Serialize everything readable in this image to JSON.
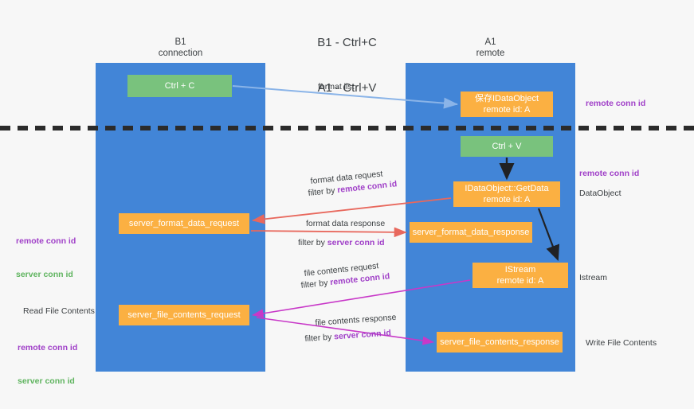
{
  "title": {
    "line1": "B1 - Ctrl+C",
    "line2": "A1 - Ctrl+V"
  },
  "columns": {
    "b1": {
      "name": "B1",
      "role": "connection"
    },
    "a1": {
      "name": "A1",
      "role": "remote"
    }
  },
  "colors": {
    "lane": "#4285d7",
    "green_node": "#79c27d",
    "orange_node": "#fbb042",
    "remote_conn_id": "#a040c8",
    "server_conn_id": "#5fb45f",
    "divider": "#2b2b2b",
    "arrow_blue": "#8ab4e8",
    "arrow_red": "#e8685d",
    "arrow_magenta": "#c838c8",
    "arrow_black": "#202124",
    "background": "#f7f7f7"
  },
  "nodes": {
    "ctrl_c": {
      "label": "Ctrl + C",
      "color": "green"
    },
    "save_idataobject": {
      "line1": "保存IDataObject",
      "line2": "remote id: A",
      "color": "orange"
    },
    "ctrl_v": {
      "label": "Ctrl + V",
      "color": "green"
    },
    "getdata": {
      "line1": "IDataObject::GetData",
      "line2": "remote id: A",
      "color": "orange"
    },
    "server_format_data_request": {
      "label": "server_format_data_request",
      "color": "orange"
    },
    "server_format_data_response": {
      "label": "server_format_data_response",
      "color": "orange"
    },
    "istream": {
      "line1": "IStream",
      "line2": "remote id: A",
      "color": "orange"
    },
    "server_file_contents_request": {
      "label": "server_file_contents_request",
      "color": "orange"
    },
    "server_file_contents_response": {
      "label": "server_file_contents_response",
      "color": "orange"
    }
  },
  "edge_labels": {
    "format_list": "format list",
    "format_data_request": "format data request",
    "format_data_request_filter_prefix": "filter by ",
    "format_data_request_filter_key": "remote conn id",
    "format_data_response": "format data response",
    "format_data_response_filter_prefix": "filter by ",
    "format_data_response_filter_key": "server conn id",
    "file_contents_request": "file contents request",
    "file_contents_request_filter_prefix": "filter by ",
    "file_contents_request_filter_key": "remote conn id",
    "file_contents_response": "file contents response",
    "file_contents_response_filter_prefix": "filter by ",
    "file_contents_response_filter_key": "server conn id"
  },
  "annotations": {
    "right_remote_conn_id_top": "remote conn id",
    "right_remote_conn_id_mid": "remote conn id",
    "right_dataobject": "DataObject",
    "right_istream": "Istream",
    "right_write_file_contents": "Write File Contents",
    "left_remote_conn_id_mid": "remote conn id",
    "left_server_conn_id_mid": "server conn id",
    "left_read_file_contents": "Read File Contents",
    "left_remote_conn_id_bot": "remote conn id",
    "left_server_conn_id_bot": "server conn id"
  }
}
